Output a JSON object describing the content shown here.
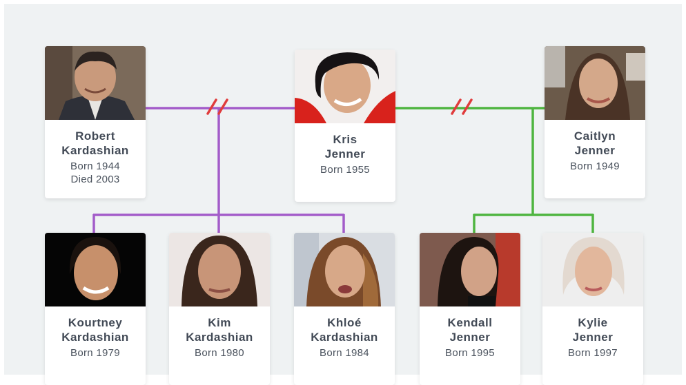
{
  "colors": {
    "background": "#eff2f3",
    "card": "#ffffff",
    "text": "#424a56",
    "kardashian_line": "#a35cc9",
    "jenner_line": "#4fb540",
    "divorce_mark": "#e03c3c"
  },
  "people": {
    "robert": {
      "first": "Robert",
      "last": "Kardashian",
      "born": "Born 1944",
      "died": "Died 2003"
    },
    "kris": {
      "first": "Kris",
      "last": "Jenner",
      "born": "Born 1955"
    },
    "caitlyn": {
      "first": "Caitlyn",
      "last": "Jenner",
      "born": "Born 1949"
    },
    "kourtney": {
      "first": "Kourtney",
      "last": "Kardashian",
      "born": "Born 1979"
    },
    "kim": {
      "first": "Kim",
      "last": "Kardashian",
      "born": "Born 1980"
    },
    "khloe": {
      "first": "Khloé",
      "last": "Kardashian",
      "born": "Born 1984"
    },
    "kendall": {
      "first": "Kendall",
      "last": "Jenner",
      "born": "Born 1995"
    },
    "kylie": {
      "first": "Kylie",
      "last": "Jenner",
      "born": "Born 1997"
    }
  },
  "relationships": [
    {
      "partners": [
        "robert",
        "kris"
      ],
      "status": "divorced",
      "children": [
        "kourtney",
        "kim",
        "khloe"
      ]
    },
    {
      "partners": [
        "kris",
        "caitlyn"
      ],
      "status": "divorced",
      "children": [
        "kendall",
        "kylie"
      ]
    }
  ]
}
